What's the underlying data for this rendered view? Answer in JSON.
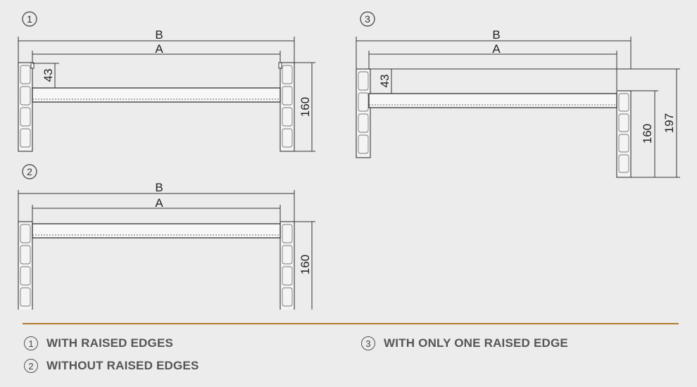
{
  "diagrams": [
    {
      "marker": "1",
      "dim_b": "B",
      "dim_a": "A",
      "dim_edge": "43",
      "dim_height": "160"
    },
    {
      "marker": "2",
      "dim_b": "B",
      "dim_a": "A",
      "dim_height": "160"
    },
    {
      "marker": "3",
      "dim_b": "B",
      "dim_a": "A",
      "dim_edge": "43",
      "dim_height": "160",
      "dim_total": "197"
    }
  ],
  "legend": [
    {
      "marker": "1",
      "label": "WITH RAISED EDGES"
    },
    {
      "marker": "2",
      "label": "WITHOUT RAISED EDGES"
    },
    {
      "marker": "3",
      "label": "WITH ONLY ONE RAISED EDGE"
    }
  ],
  "colors": {
    "background": "#ececec",
    "divider": "#b57a2c",
    "line": "#333333"
  }
}
